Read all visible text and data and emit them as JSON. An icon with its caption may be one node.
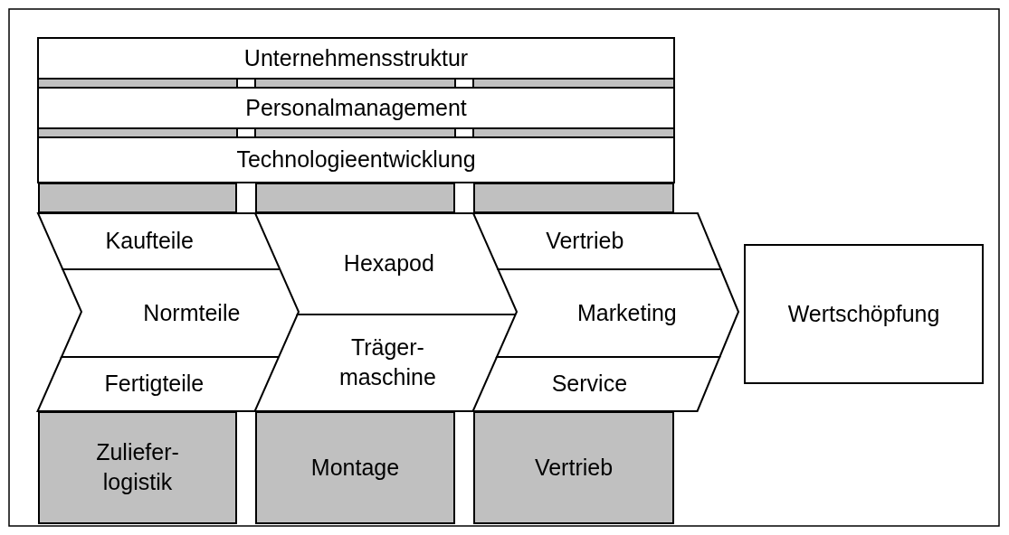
{
  "diagram": {
    "nodes": [
      {
        "text": [
          "Unternehmensstruktur"
        ]
      },
      {
        "text": [
          "Personalmanagement"
        ]
      },
      {
        "text": [
          "Technologieentwicklung"
        ]
      },
      {
        "text": [
          "Kaufteile"
        ]
      },
      {
        "text": [
          "Normteile"
        ]
      },
      {
        "text": [
          "Fertigteile"
        ]
      },
      {
        "text": [
          "Hexapod"
        ]
      },
      {
        "text": [
          "Träger- maschine"
        ]
      },
      {
        "text": [
          "Vertrieb"
        ]
      },
      {
        "text": [
          "Marketing"
        ]
      },
      {
        "text": [
          "Service"
        ]
      },
      {
        "text": [
          "Zuliefer- logistik"
        ]
      },
      {
        "text": [
          "Montage"
        ]
      },
      {
        "text": [
          "Vertrieb"
        ]
      },
      {
        "text": [
          "Wertschöpfung"
        ]
      },
      {
        "text": [],
        "shape": "bar"
      },
      {
        "text": [],
        "shape": "bar"
      },
      {
        "text": [],
        "shape": "bar"
      }
    ]
  }
}
